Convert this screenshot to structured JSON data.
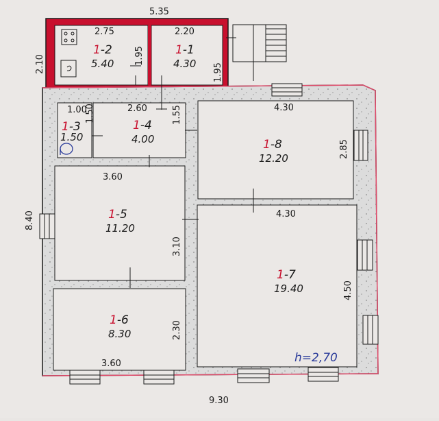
{
  "colors": {
    "paper": "#e9e6e4",
    "wall_fill": "#dcdcdc",
    "wall_line": "#1a1a1a",
    "red_wall": "#c8102e",
    "pink_outline": "#e04a6a",
    "ink_blue": "#2a3b9a"
  },
  "overall": {
    "top_width": "5.35",
    "bottom_width": "9.30",
    "left_height": "8.40",
    "annex_height": "2.10"
  },
  "rooms": [
    {
      "id": "r1-2",
      "prefix": "1",
      "suffix": "-2",
      "area": "5.40"
    },
    {
      "id": "r1-1",
      "prefix": "1",
      "suffix": "-1",
      "area": "4.30"
    },
    {
      "id": "r1-3",
      "prefix": "1",
      "suffix": "-3",
      "area": "1.50"
    },
    {
      "id": "r1-4",
      "prefix": "1",
      "suffix": "-4",
      "area": "4.00"
    },
    {
      "id": "r1-8",
      "prefix": "1",
      "suffix": "-8",
      "area": "12.20"
    },
    {
      "id": "r1-5",
      "prefix": "1",
      "suffix": "-5",
      "area": "11.20"
    },
    {
      "id": "r1-7",
      "prefix": "1",
      "suffix": "-7",
      "area": "19.40"
    },
    {
      "id": "r1-6",
      "prefix": "1",
      "suffix": "-6",
      "area": "8.30"
    }
  ],
  "dims": {
    "r2_top": "2.75",
    "r2_side": "1.95",
    "r1_top": "2.20",
    "r1_side": "1.95",
    "r3_top": "1.00",
    "r3_side": "1.50",
    "r4_top": "2.60",
    "r4_side": "1.55",
    "r8_top": "4.30",
    "r8_side": "2.85",
    "r5_top": "3.60",
    "r5_side": "3.10",
    "r7_top": "4.30",
    "r7_side": "4.50",
    "r6_side": "2.30",
    "r6_bottom": "3.60"
  },
  "height_note": "h=2,70",
  "icons": [
    "stove-icon",
    "sink-icon",
    "toilet-icon",
    "stairs-icon",
    "window-icon"
  ]
}
